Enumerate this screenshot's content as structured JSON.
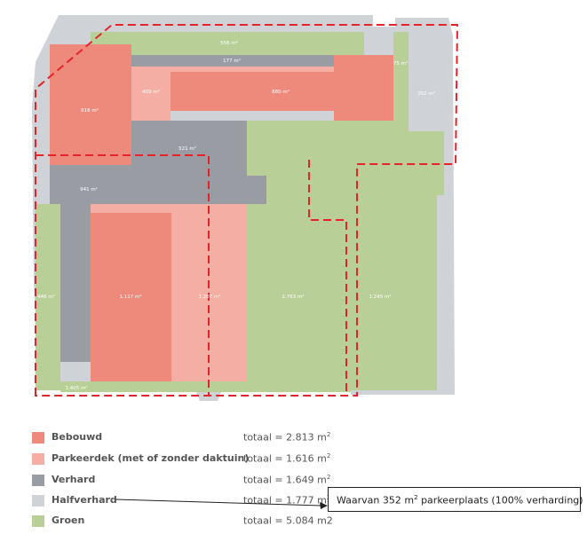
{
  "colors": {
    "bebouwd": "#ee8a7c",
    "parkeerdek": "#f4aea3",
    "verhard": "#9a9ca3",
    "halfverhard": "#cfd2d6",
    "groen": "#b8cf98",
    "boundary": "#e3242b"
  },
  "area_labels": {
    "groen_top": "556 m²",
    "verhard_strip": "177 m²",
    "groen_small": "75 m²",
    "halfverhard_right": "352 m²",
    "bebouwd_left": "816 m²",
    "parkeerdek_small": "409 m²",
    "bebouwd_center": "880 m²",
    "verhard_mid": "521 m²",
    "verhard_left": "941 m²",
    "groen_left": "446 m²",
    "bebouwd_big": "1.117 m²",
    "parkeerdek_big": "1.207 m²",
    "groen_center": "2.763 m²",
    "groen_right": "1.245 m²",
    "halfverhard_bottom": "1.405 m²"
  },
  "legend": [
    {
      "key": "bebouwd",
      "name": "Bebouwd",
      "total_prefix": "totaal = 2.813 m",
      "unit_sup": "2"
    },
    {
      "key": "parkeerdek",
      "name": "Parkeerdek (met of zonder daktuin)",
      "total_prefix": "totaal = 1.616 m",
      "unit_sup": "2"
    },
    {
      "key": "verhard",
      "name": "Verhard",
      "total_prefix": "totaal = 1.649 m",
      "unit_sup": "2"
    },
    {
      "key": "halfverhard",
      "name": "Halfverhard",
      "total_prefix": "totaal =  1.777 m",
      "unit_sup": "2"
    },
    {
      "key": "groen",
      "name": "Groen",
      "total_prefix": "totaal = 5.084 m2",
      "unit_sup": ""
    }
  ],
  "callout": {
    "prefix": "Waarvan 352 m",
    "sup": "2",
    "suffix": " parkeerplaats (100% verharding)"
  }
}
